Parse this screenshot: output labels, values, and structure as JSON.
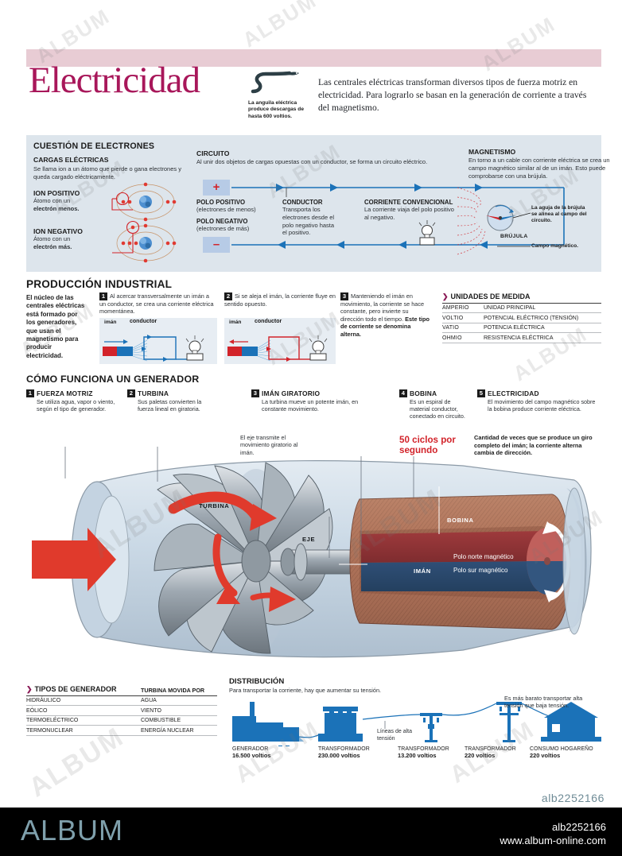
{
  "header": {
    "title": "Electricidad",
    "eel_caption": "La anguila eléctrica produce descargas de hasta 600 voltios.",
    "intro": "Las centrales eléctricas transforman diversos tipos de fuerza motriz en electricidad. Para lograrlo se basan en la generación de corriente a través del magnetismo."
  },
  "electrons": {
    "section_title": "CUESTIÓN DE ELECTRONES",
    "charges_title": "CARGAS ELÉCTRICAS",
    "charges_text": "Se llama ion a un átomo que pierde o gana electrones y queda cargado eléctricamente.",
    "ion_positive_title": "ION POSITIVO",
    "ion_positive_text": "Átomo con un",
    "ion_positive_hl": "electrón menos.",
    "ion_negative_title": "ION NEGATIVO",
    "ion_negative_text": "Átomo con un",
    "ion_negative_hl": "electrón más.",
    "circuit_title": "CIRCUITO",
    "circuit_text": "Al unir dos objetos de cargas opuestas con un conductor, se forma un circuito eléctrico.",
    "plus_sign": "+",
    "minus_sign": "–",
    "pole_positive_title": "POLO POSITIVO",
    "pole_positive_sub": "(electrones de menos)",
    "pole_negative_title": "POLO NEGATIVO",
    "pole_negative_sub": "(electrones de más)",
    "conductor_title": "CONDUCTOR",
    "conductor_text": "Transporta los electrones desde el polo negativo hasta el positivo.",
    "current_title": "CORRIENTE CONVENCIONAL",
    "current_text": "La corriente viaja del polo positivo al negativo.",
    "magnetism_title": "MAGNETISMO",
    "magnetism_text": "En torno a un cable con corriente eléctrica se crea un campo magnético similar al de un imán. Esto puede comprobarse con una brújula.",
    "compass_label": "BRÚJULA",
    "needle_note": "La aguja de la brújula se alinea al campo del circuito.",
    "field_note": "Campo magnético."
  },
  "industrial": {
    "section_title": "PRODUCCIÓN INDUSTRIAL",
    "lead": "El núcleo de las centrales eléctricas está formado por los generadores, que usan el magnetismo para producir electricidad.",
    "steps": [
      {
        "num": "1",
        "text": "Al acercar transversalmente un imán a un conductor, se crea una corriente eléctrica momentánea.",
        "magnet_label": "imán",
        "conductor_label": "conductor"
      },
      {
        "num": "2",
        "text": "Si se aleja el imán, la corriente fluye en sentido opuesto.",
        "magnet_label": "imán",
        "conductor_label": "conductor"
      },
      {
        "num": "3",
        "text": "Manteniendo el imán en movimiento, la corriente se hace constante, pero invierte su dirección todo el tiempo.",
        "bold_tail": "Este tipo de corriente se denomina alterna."
      }
    ]
  },
  "units": {
    "title": "UNIDADES DE MEDIDA",
    "rows": [
      {
        "unit": "AMPERIO",
        "meaning": "UNIDAD PRINCIPAL"
      },
      {
        "unit": "VOLTIO",
        "meaning": "POTENCIAL ELÉCTRICO (TENSIÓN)"
      },
      {
        "unit": "VATIO",
        "meaning": "POTENCIA ELÉCTRICA"
      },
      {
        "unit": "OHMIO",
        "meaning": "RESISTENCIA ELÉCTRICA"
      }
    ]
  },
  "generator": {
    "section_title": "CÓMO FUNCIONA UN GENERADOR",
    "steps": [
      {
        "num": "1",
        "title": "FUERZA MOTRIZ",
        "text": "Se utiliza agua, vapor o viento, según el tipo de generador."
      },
      {
        "num": "2",
        "title": "TURBINA",
        "text": "Sus paletas convierten la fuerza lineal en giratoria."
      },
      {
        "num": "3",
        "title": "IMÁN GIRATORIO",
        "text": "La turbina mueve un potente imán, en constante movimiento."
      },
      {
        "num": "4",
        "title": "BOBINA",
        "text": "Es un espiral de material conductor, conectado en circuito."
      },
      {
        "num": "5",
        "title": "ELECTRICIDAD",
        "text": "El movimiento del campo magnético sobre la bobina produce corriente eléctrica."
      }
    ],
    "shaft_note": "El eje transmite el movimiento giratorio al imán.",
    "cycles_big": "50 ciclos por segundo",
    "cycles_note": "Cantidad de veces que se produce un giro completo del imán; la corriente alterna cambia de dirección.",
    "labels": {
      "turbina": "TURBINA",
      "eje": "EJE",
      "bobina": "BOBINA",
      "iman": "IMÁN",
      "polo_norte": "Polo norte magnético",
      "polo_sur": "Polo sur magnético"
    }
  },
  "tipos": {
    "title": "TIPOS DE GENERADOR",
    "col2_header": "TURBINA MOVIDA POR",
    "rows": [
      {
        "type": "HIDRÁULICO",
        "driver": "AGUA"
      },
      {
        "type": "EÓLICO",
        "driver": "VIENTO"
      },
      {
        "type": "TERMOELÉCTRICO",
        "driver": "COMBUSTIBLE"
      },
      {
        "type": "TERMONUCLEAR",
        "driver": "ENERGÍA NUCLEAR"
      }
    ]
  },
  "distribution": {
    "title": "DISTRIBUCIÓN",
    "text": "Para transportar la corriente, hay que aumentar su tensión.",
    "lines_label": "Líneas de alta tensión",
    "cheaper_note": "Es más barato transportar alta tensión que baja tensión.",
    "nodes": [
      {
        "label": "GENERADOR",
        "value": "16.500 voltios"
      },
      {
        "label": "TRANSFORMADOR",
        "value": "230.000 voltios"
      },
      {
        "label": "TRANSFORMADOR",
        "value": "13.200 voltios"
      },
      {
        "label": "TRANSFORMADOR",
        "value": "220 voltios"
      },
      {
        "label": "CONSUMO HOGAREÑO",
        "value": "220 voltios"
      }
    ]
  },
  "asset": {
    "code": "alb2252166",
    "footer_logo": "ALBUM",
    "footer_code": "alb2252166",
    "footer_url": "www.album-online.com"
  },
  "watermark": "ALBUM",
  "colors": {
    "magenta": "#a8175a",
    "red": "#d2232a",
    "blue": "#1b72b8",
    "panel": "#dde5ec",
    "band": "#e8ccd4",
    "copper": "#b1725a",
    "steel": "#9aa5ae"
  }
}
